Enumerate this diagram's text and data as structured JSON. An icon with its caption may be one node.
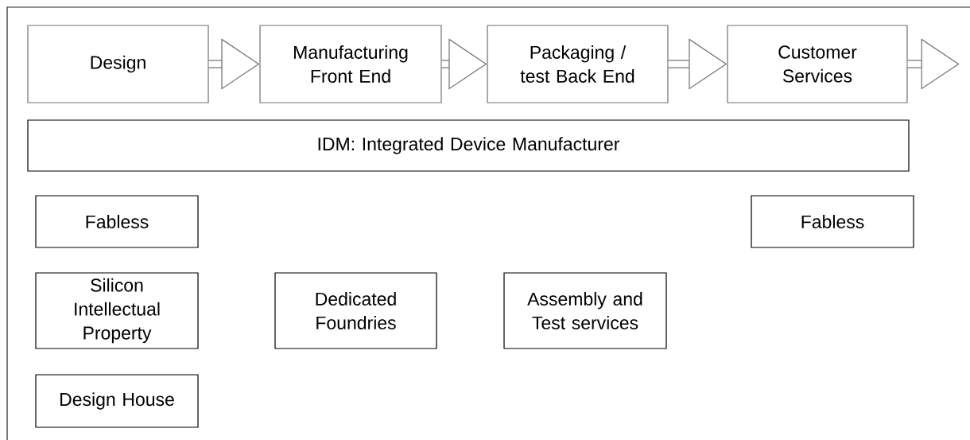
{
  "diagram": {
    "nodes": [
      {
        "text": [
          "Design"
        ]
      },
      {
        "text": [
          "Manufacturing Front End"
        ]
      },
      {
        "text": [
          "Packaging / test Back End"
        ]
      },
      {
        "text": [
          "Customer Services"
        ]
      },
      {
        "text": [
          "IDM: Integrated Device Manufacturer"
        ]
      },
      {
        "text": [
          "Fabless"
        ]
      },
      {
        "text": [
          "Fabless"
        ]
      },
      {
        "text": [
          "Silicon Intellectual Property"
        ]
      },
      {
        "text": [
          "Dedicated Foundries"
        ]
      },
      {
        "text": [
          "Assembly and Test services"
        ]
      },
      {
        "text": [
          "Design House"
        ]
      }
    ],
    "edges": [
      {
        "from": 0,
        "to": 1,
        "arrow": "to"
      },
      {
        "from": 1,
        "to": 2,
        "arrow": "to"
      },
      {
        "from": 2,
        "to": 3,
        "arrow": "to"
      },
      {
        "from": 3,
        "to": null,
        "arrow": "to"
      }
    ]
  }
}
